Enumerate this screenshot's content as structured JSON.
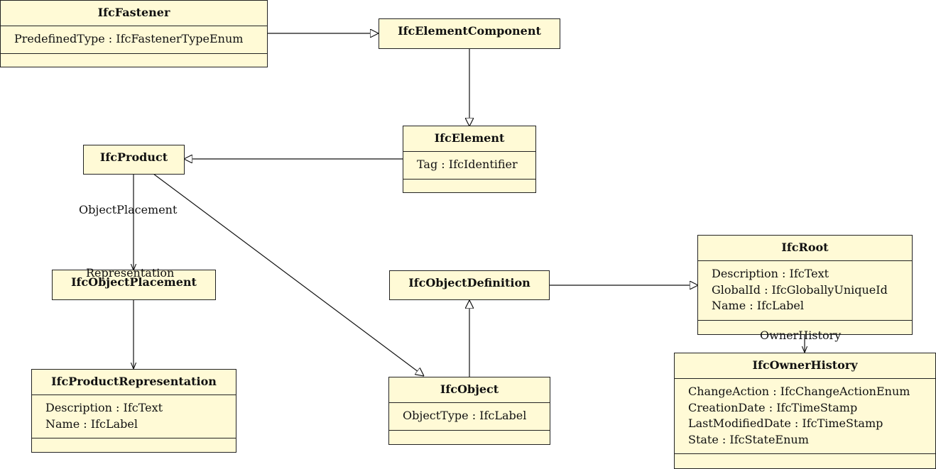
{
  "classes": {
    "fastener": {
      "name": "IfcFastener",
      "attributes": [
        "PredefinedType : IfcFastenerTypeEnum"
      ]
    },
    "element_component": {
      "name": "IfcElementComponent"
    },
    "element": {
      "name": "IfcElement",
      "attributes": [
        "Tag : IfcIdentifier"
      ]
    },
    "product": {
      "name": "IfcProduct"
    },
    "object_placement": {
      "name": "IfcObjectPlacement"
    },
    "product_representation": {
      "name": "IfcProductRepresentation",
      "attributes": [
        "Description : IfcText",
        "Name : IfcLabel"
      ]
    },
    "object_definition": {
      "name": "IfcObjectDefinition"
    },
    "object": {
      "name": "IfcObject",
      "attributes": [
        "ObjectType : IfcLabel"
      ]
    },
    "root": {
      "name": "IfcRoot",
      "attributes": [
        "Description : IfcText",
        "GlobalId : IfcGloballyUniqueId",
        "Name : IfcLabel"
      ]
    },
    "owner_history": {
      "name": "IfcOwnerHistory",
      "attributes": [
        "ChangeAction : IfcChangeActionEnum",
        "CreationDate : IfcTimeStamp",
        "LastModifiedDate : IfcTimeStamp",
        "State : IfcStateEnum"
      ]
    }
  },
  "roles": {
    "object_placement": "ObjectPlacement",
    "representation": "Representation",
    "owner_history": "OwnerHistory"
  }
}
